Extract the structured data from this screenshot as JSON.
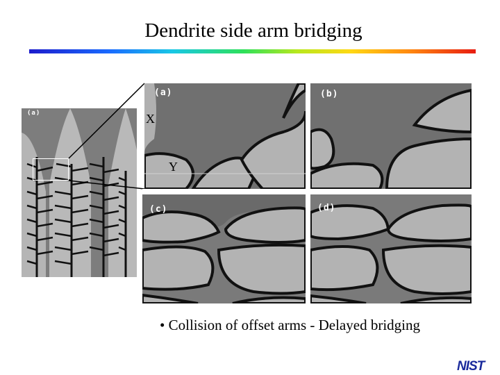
{
  "slide": {
    "title": "Dendrite side arm bridging",
    "bullet": "• Collision of offset arms - Delayed bridging"
  },
  "images": {
    "overview_label": "(a)",
    "panel_a_label": "(a)",
    "panel_b_label": "(b)",
    "panel_c_label": "(c)",
    "panel_d_label": "(d)",
    "marker_x": "X",
    "marker_y": "Y"
  },
  "logo": {
    "text": "NIST",
    "color": "#1a2a9c"
  },
  "colors": {
    "rainbow_start": "#1c1ccc",
    "rainbow_end": "#e81c10"
  }
}
